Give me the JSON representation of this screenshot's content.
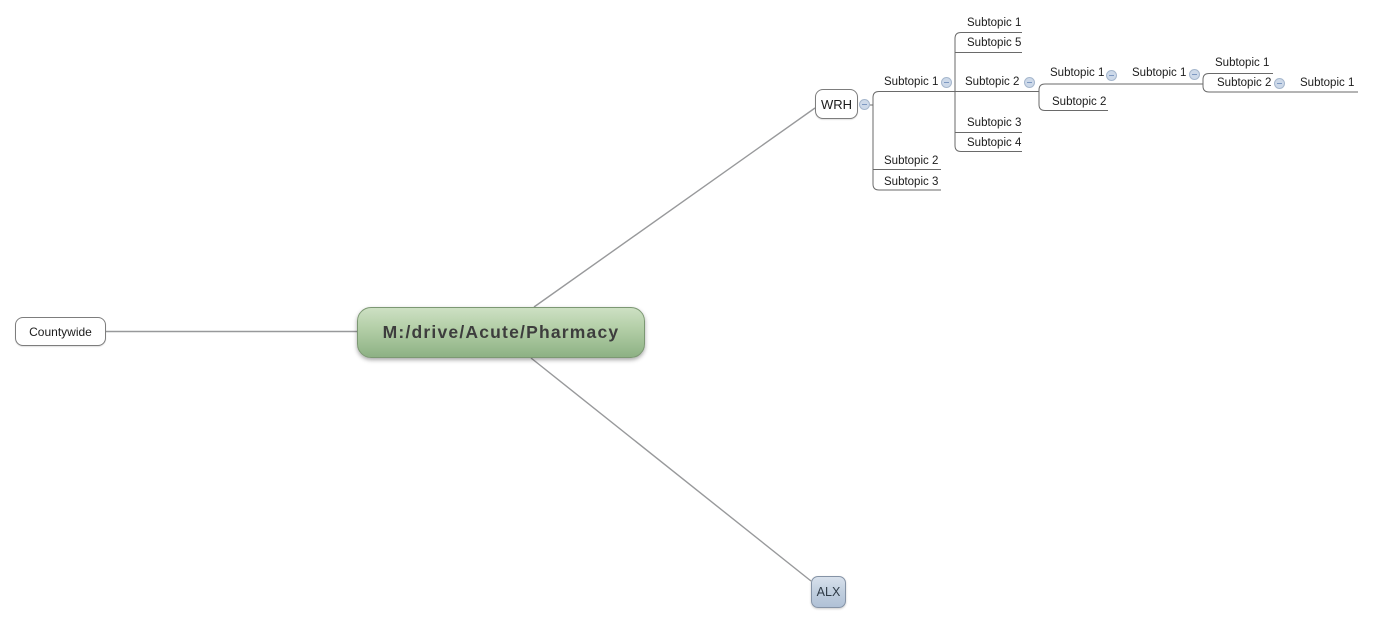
{
  "app": {
    "kind": "mind-map canvas",
    "background": "#ffffff"
  },
  "colors": {
    "root_gradient_top": "#cde0c3",
    "root_gradient_bottom": "#8db184",
    "root_border": "#7c9873",
    "root_text": "#3d3d3d",
    "plain_box_bg": "#ffffff",
    "plain_box_border": "#7d7d7d",
    "alx_gradient_top": "#d8e1ec",
    "alx_gradient_bottom": "#b0c1d6",
    "branch_line": "#98999b",
    "topic_line": "#6a6a6a",
    "topic_text": "#1c1c1c",
    "collapse_fill": "#cdd9e9",
    "collapse_border": "#a6b7cd",
    "collapse_glyph_color": "#7d98c1"
  },
  "icons": {
    "collapse_button": "minus-in-circle"
  },
  "tree": {
    "label": "M:/drive/Acute/Pharmacy",
    "children_left": [
      {
        "label": "Countywide"
      }
    ],
    "children_right": [
      {
        "label": "WRH",
        "collapsed": false,
        "children": [
          {
            "label": "Subtopic 1",
            "collapsed": false,
            "children": [
              {
                "label": "Subtopic 1"
              },
              {
                "label": "Subtopic 5"
              },
              {
                "label": "Subtopic 2",
                "collapsed": false,
                "children": [
                  {
                    "label": "Subtopic 1",
                    "collapsed": false,
                    "children": [
                      {
                        "label": "Subtopic 1",
                        "collapsed": false,
                        "children": [
                          {
                            "label": "Subtopic 1"
                          },
                          {
                            "label": "Subtopic 2",
                            "collapsed": false,
                            "children": [
                              {
                                "label": "Subtopic 1"
                              }
                            ]
                          }
                        ]
                      }
                    ]
                  },
                  {
                    "label": "Subtopic 2"
                  }
                ]
              },
              {
                "label": "Subtopic 3"
              },
              {
                "label": "Subtopic 4"
              }
            ]
          },
          {
            "label": "Subtopic 2"
          },
          {
            "label": "Subtopic 3"
          }
        ]
      },
      {
        "label": "ALX"
      }
    ]
  }
}
